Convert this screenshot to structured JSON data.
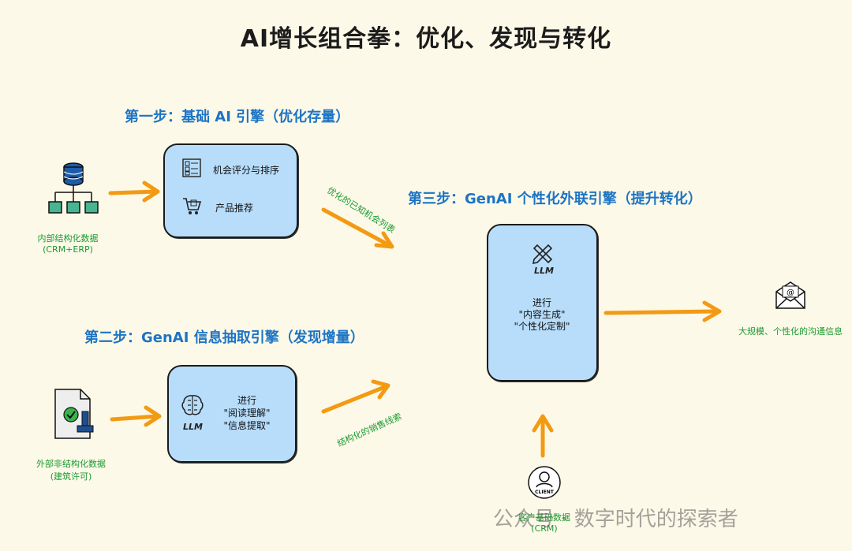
{
  "title": "AI增长组合拳：优化、发现与转化",
  "step1": {
    "heading": "第一步：基础 AI 引擎（优化存量）",
    "items": [
      "机会评分与排序",
      "产品推荐"
    ],
    "source_label_1": "内部结构化数据",
    "source_label_2": "(CRM+ERP)",
    "output_label": "优化的已知机会列表"
  },
  "step2": {
    "heading": "第二步：GenAI 信息抽取引擎（发现增量）",
    "line1": "进行",
    "line2": "\"阅读理解\"",
    "line3": "\"信息提取\"",
    "llm": "LLM",
    "source_label_1": "外部非结构化数据",
    "source_label_2": "(建筑许可)",
    "output_label": "结构化的销售线索"
  },
  "step3": {
    "heading": "第三步：GenAI 个性化外联引擎（提升转化）",
    "llm": "LLM",
    "line1": "进行",
    "line2": "\"内容生成\"",
    "line3": "\"个性化定制\"",
    "client_label_1": "客户基础数据",
    "client_label_2": "(CRM)",
    "client_icon_text": "CLIENT",
    "output_label": "大规模、个性化的沟通信息"
  },
  "watermark": "公众号 · 数字时代的探索者",
  "colors": {
    "background": "#fdf9e8",
    "box_fill": "#b8ddfb",
    "arrow": "#f39a14",
    "heading": "#1d74c4",
    "label_green": "#1a9a31"
  }
}
